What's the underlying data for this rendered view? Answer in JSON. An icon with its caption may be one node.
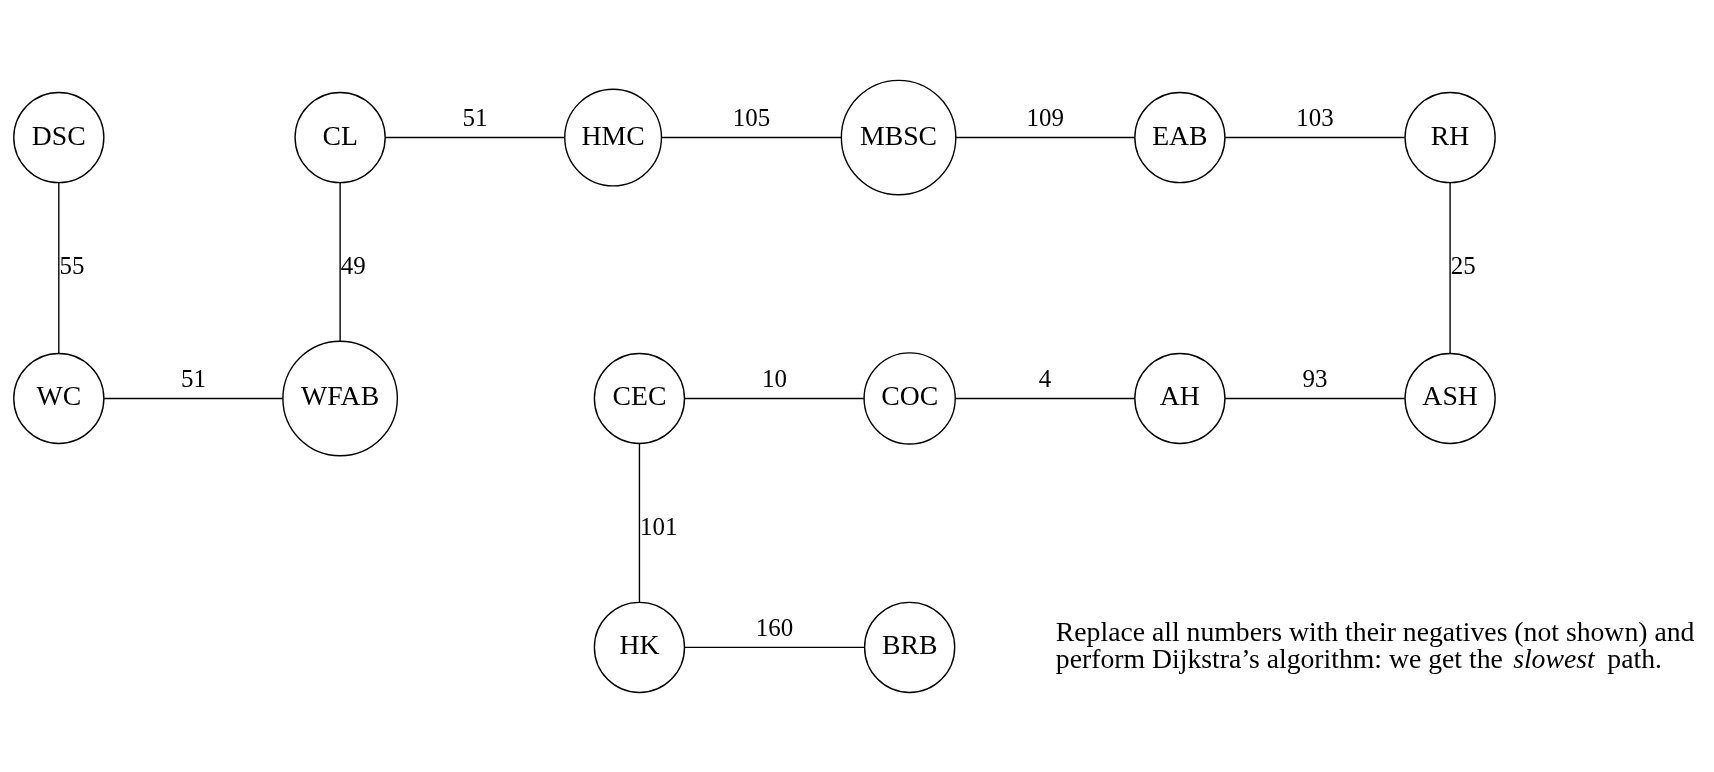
{
  "diagram": {
    "nodes": [
      {
        "text": [
          "DSC"
        ]
      },
      {
        "text": [
          "CL"
        ]
      },
      {
        "text": [
          "HMC"
        ]
      },
      {
        "text": [
          "MBSC"
        ]
      },
      {
        "text": [
          "EAB"
        ]
      },
      {
        "text": [
          "RH"
        ]
      },
      {
        "text": [
          "WC"
        ]
      },
      {
        "text": [
          "WFAB"
        ]
      },
      {
        "text": [
          "CEC"
        ]
      },
      {
        "text": [
          "COC"
        ]
      },
      {
        "text": [
          "AH"
        ]
      },
      {
        "text": [
          "ASH"
        ]
      },
      {
        "text": [
          "HK"
        ]
      },
      {
        "text": [
          "BRB"
        ]
      }
    ],
    "edges": [
      {
        "from": 0,
        "to": 6,
        "arrow": "none",
        "label": "55"
      },
      {
        "from": 1,
        "to": 2,
        "arrow": "none",
        "label": "51"
      },
      {
        "from": 2,
        "to": 3,
        "arrow": "none",
        "label": "105"
      },
      {
        "from": 3,
        "to": 4,
        "arrow": "none",
        "label": "109"
      },
      {
        "from": 4,
        "to": 5,
        "arrow": "none",
        "label": "103"
      },
      {
        "from": 1,
        "to": 7,
        "arrow": "none",
        "label": "49"
      },
      {
        "from": 5,
        "to": 11,
        "arrow": "none",
        "label": "25"
      },
      {
        "from": 6,
        "to": 7,
        "arrow": "none",
        "label": "51"
      },
      {
        "from": 8,
        "to": 9,
        "arrow": "none",
        "label": "10"
      },
      {
        "from": 9,
        "to": 10,
        "arrow": "none",
        "label": "4"
      },
      {
        "from": 10,
        "to": 11,
        "arrow": "none",
        "label": "93"
      },
      {
        "from": 8,
        "to": 12,
        "arrow": "none",
        "label": "101"
      },
      {
        "from": 12,
        "to": 13,
        "arrow": "none",
        "label": "160"
      }
    ],
    "labels": [
      "Replace all numbers with their negatives (not shown) and perform Dijkstra’s algorithm: we get the *slowest* path."
    ]
  }
}
